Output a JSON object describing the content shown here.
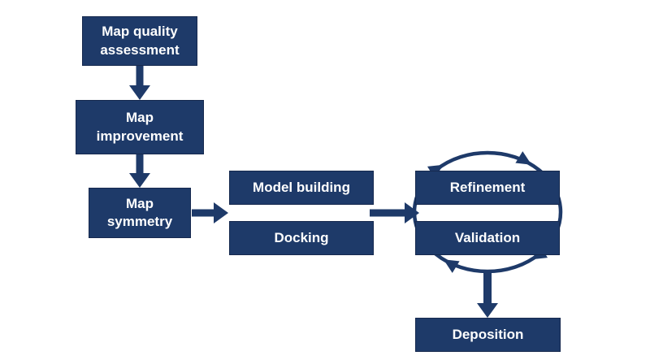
{
  "colors": {
    "background": "#ffffff",
    "box_fill": "#1e3a69",
    "box_border": "#16294e",
    "arrow": "#1e3a69",
    "box_text": "#ffffff"
  },
  "nodes": {
    "map_quality": {
      "line1": "Map quality",
      "line2": "assessment"
    },
    "map_improvement": {
      "line1": "Map",
      "line2": "improvement"
    },
    "map_symmetry": {
      "line1": "Map",
      "line2": "symmetry"
    },
    "model_building": {
      "line1": "Model building"
    },
    "docking": {
      "line1": "Docking"
    },
    "refinement": {
      "line1": "Refinement"
    },
    "validation": {
      "line1": "Validation"
    },
    "deposition": {
      "line1": "Deposition"
    }
  },
  "edges": [
    {
      "from": "map_quality",
      "to": "map_improvement",
      "type": "straight-arrow-down"
    },
    {
      "from": "map_improvement",
      "to": "map_symmetry",
      "type": "straight-arrow-down"
    },
    {
      "from": "map_symmetry",
      "to": "model_building_docking",
      "type": "straight-arrow-right"
    },
    {
      "from": "model_building_docking",
      "to": "refinement_validation",
      "type": "straight-arrow-right"
    },
    {
      "from": "refinement",
      "to": "validation",
      "type": "cycle-arrows",
      "direction": "clockwise"
    },
    {
      "from": "refinement_validation_cycle",
      "to": "deposition",
      "type": "straight-arrow-down"
    }
  ]
}
